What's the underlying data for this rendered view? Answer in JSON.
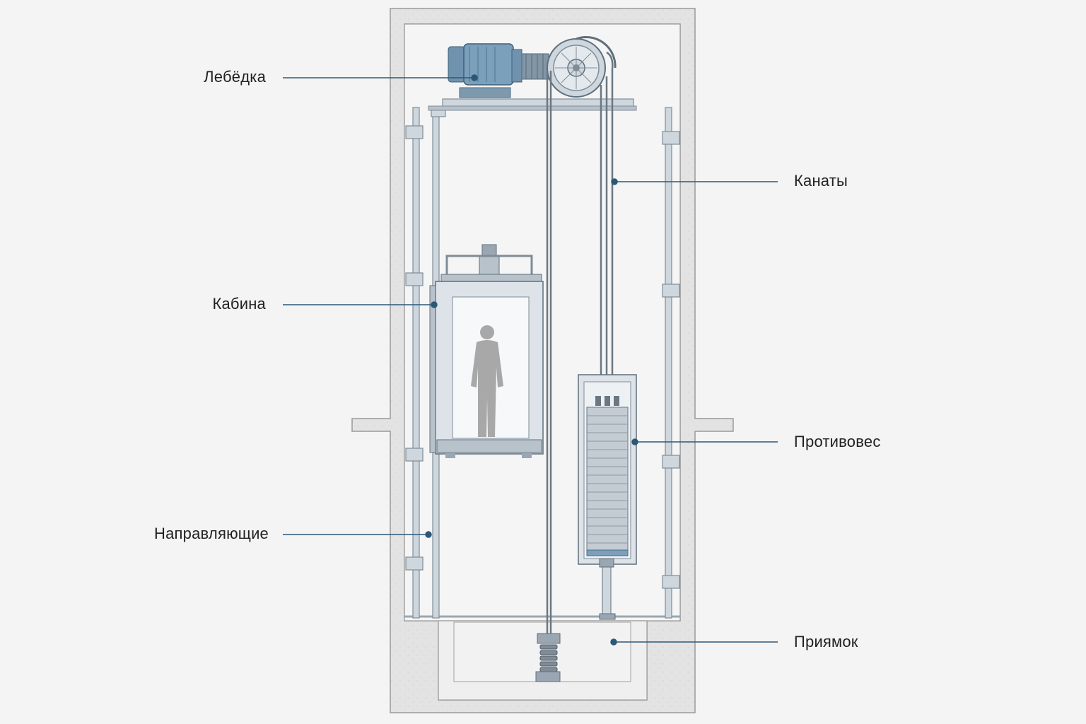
{
  "labels": {
    "winch": "Лебёдка",
    "cabin": "Кабина",
    "guides": "Направляющие",
    "ropes": "Канаты",
    "counterweight": "Противовес",
    "pit": "Приямок"
  },
  "colors": {
    "background": "#f4f4f4",
    "concrete": "#e2e2e2",
    "steel": "#9aa7b3",
    "steel_light": "#cfd7de",
    "motor_blue": "#6f93ae",
    "leader_line": "#2c5878",
    "person": "#a8a8a8"
  }
}
